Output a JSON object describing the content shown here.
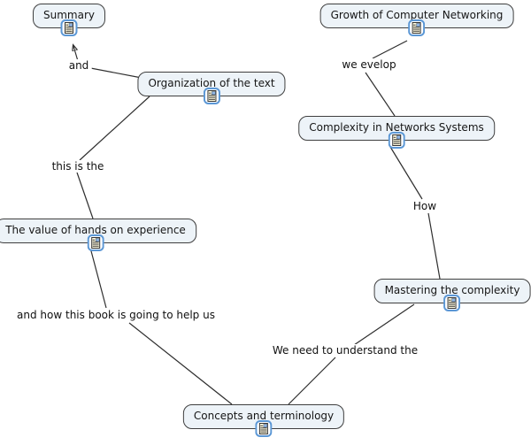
{
  "app": {
    "type": "concept-map-editor",
    "canvas_background": "#ffffff"
  },
  "colors": {
    "node_fill": "#edf3f8",
    "node_border": "#3f3f3f",
    "node_text": "#161616",
    "line": "#2e2e2e",
    "phrase_text": "#101010",
    "icon_border": "#5b97d5",
    "icon_page_fill": "#fffbe0",
    "icon_picture": "#8fb4e3"
  },
  "nodes": [
    {
      "id": "summary",
      "label": "Summary"
    },
    {
      "id": "growth-of-computer-networking",
      "label": "Growth of Computer Networking"
    },
    {
      "id": "organization-of-the-text",
      "label": "Organization of the text"
    },
    {
      "id": "complexity-in-networks-systems",
      "label": "Complexity in Networks Systems"
    },
    {
      "id": "the-value-of-hands-on-experience",
      "label": "The value of hands on experience"
    },
    {
      "id": "mastering-the-complexity",
      "label": "Mastering the complexity"
    },
    {
      "id": "concepts-and-terminology",
      "label": "Concepts and terminology"
    }
  ],
  "linking_phrases": [
    {
      "label": "and",
      "from": "Organization of the text",
      "to": "Summary",
      "arrowhead": true
    },
    {
      "label": "we evelop",
      "from": "Growth of Computer Networking",
      "to": "Complexity in Networks Systems",
      "arrowhead": false
    },
    {
      "label": "this is the",
      "from": "Organization of the text",
      "to": "The value of hands on experience",
      "arrowhead": false
    },
    {
      "label": "How",
      "from": "Complexity in Networks Systems",
      "to": "Mastering the complexity",
      "arrowhead": false
    },
    {
      "label": "and how this book is going to help us",
      "from": "The value of hands on experience",
      "to": "Concepts and terminology",
      "arrowhead": false
    },
    {
      "label": "We need to understand the",
      "from": "Mastering the complexity",
      "to": "Concepts and terminology",
      "arrowhead": false
    }
  ],
  "icons": {
    "resource_icon": "document-resource-icon"
  }
}
